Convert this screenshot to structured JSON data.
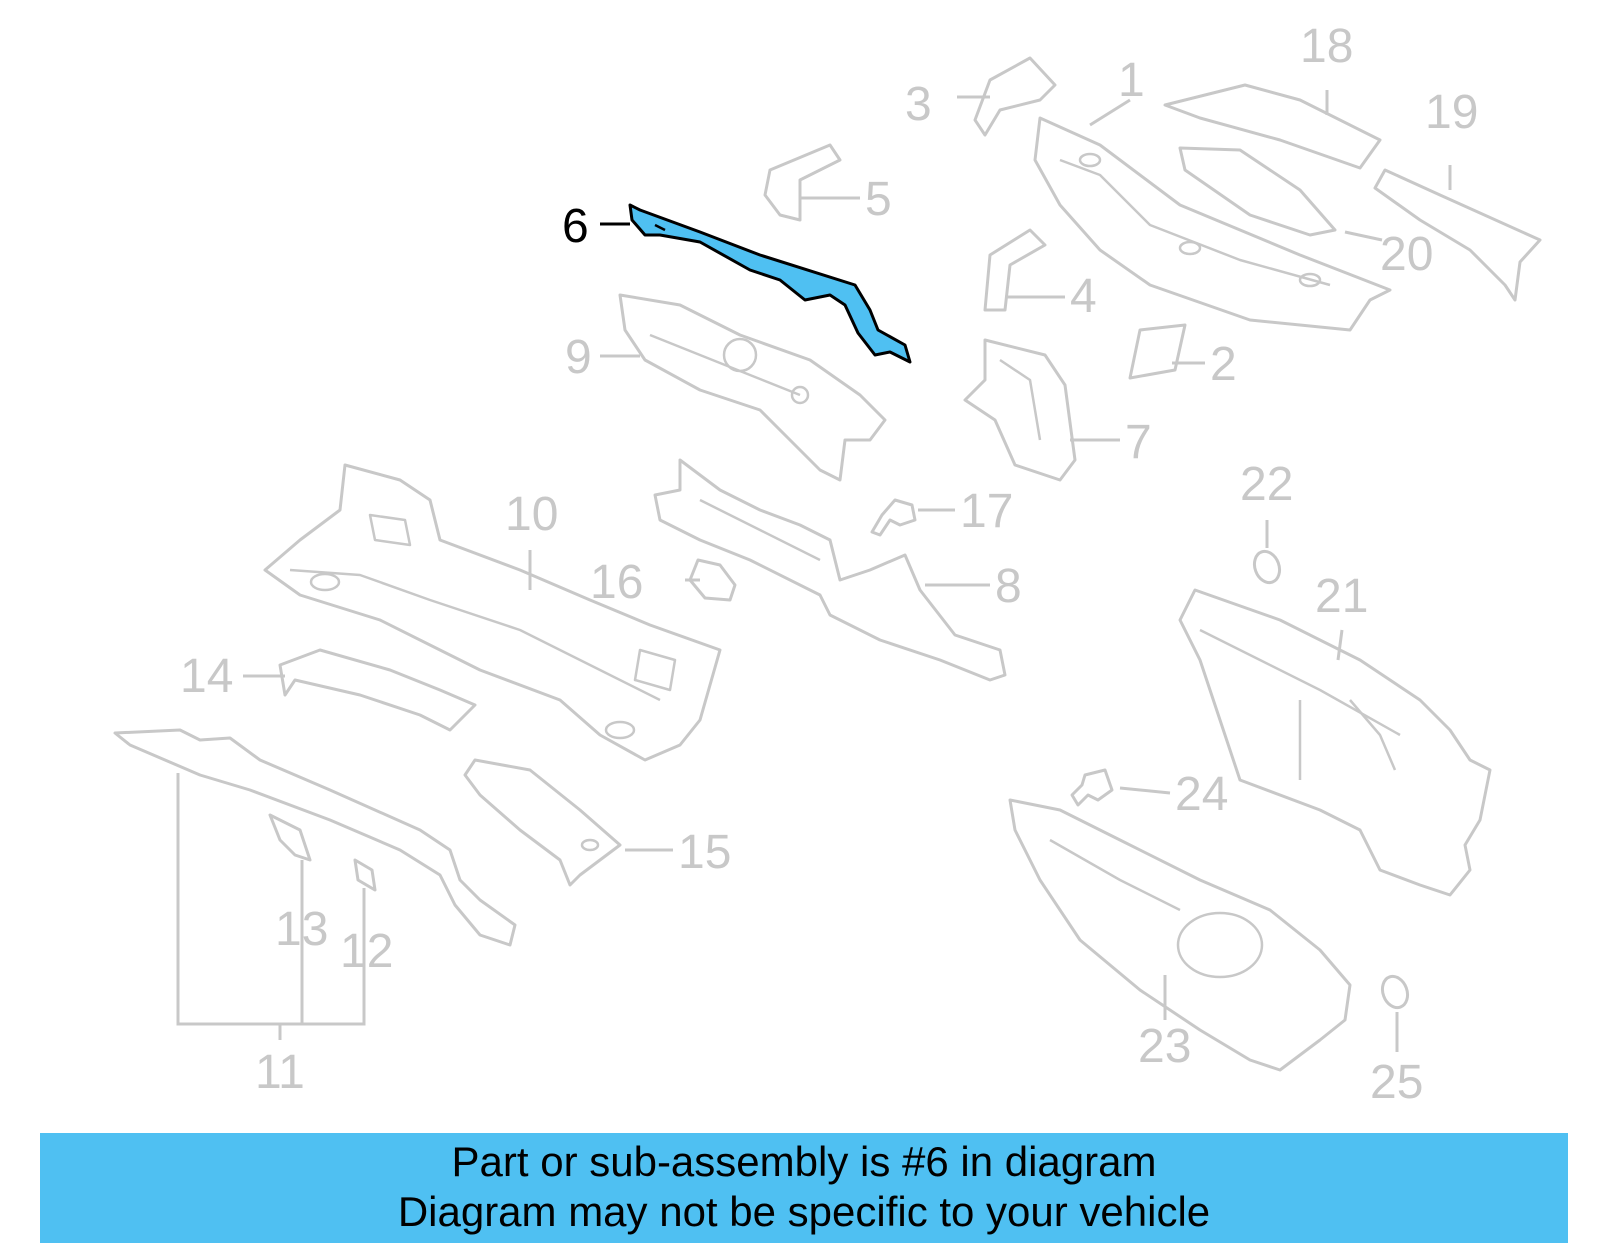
{
  "diagram": {
    "highlighted_part": "6",
    "callouts": [
      "1",
      "2",
      "3",
      "4",
      "5",
      "6",
      "7",
      "8",
      "9",
      "10",
      "11",
      "12",
      "13",
      "14",
      "15",
      "16",
      "17",
      "18",
      "19",
      "20",
      "21",
      "22",
      "23",
      "24",
      "25"
    ],
    "colors": {
      "highlight": "#4fc0f2",
      "part_outline": "#c8c8c8",
      "highlight_outline": "#000000"
    }
  },
  "banner": {
    "line1": "Part or sub-assembly is #6 in diagram",
    "line2": "Diagram may not be specific to your vehicle"
  }
}
